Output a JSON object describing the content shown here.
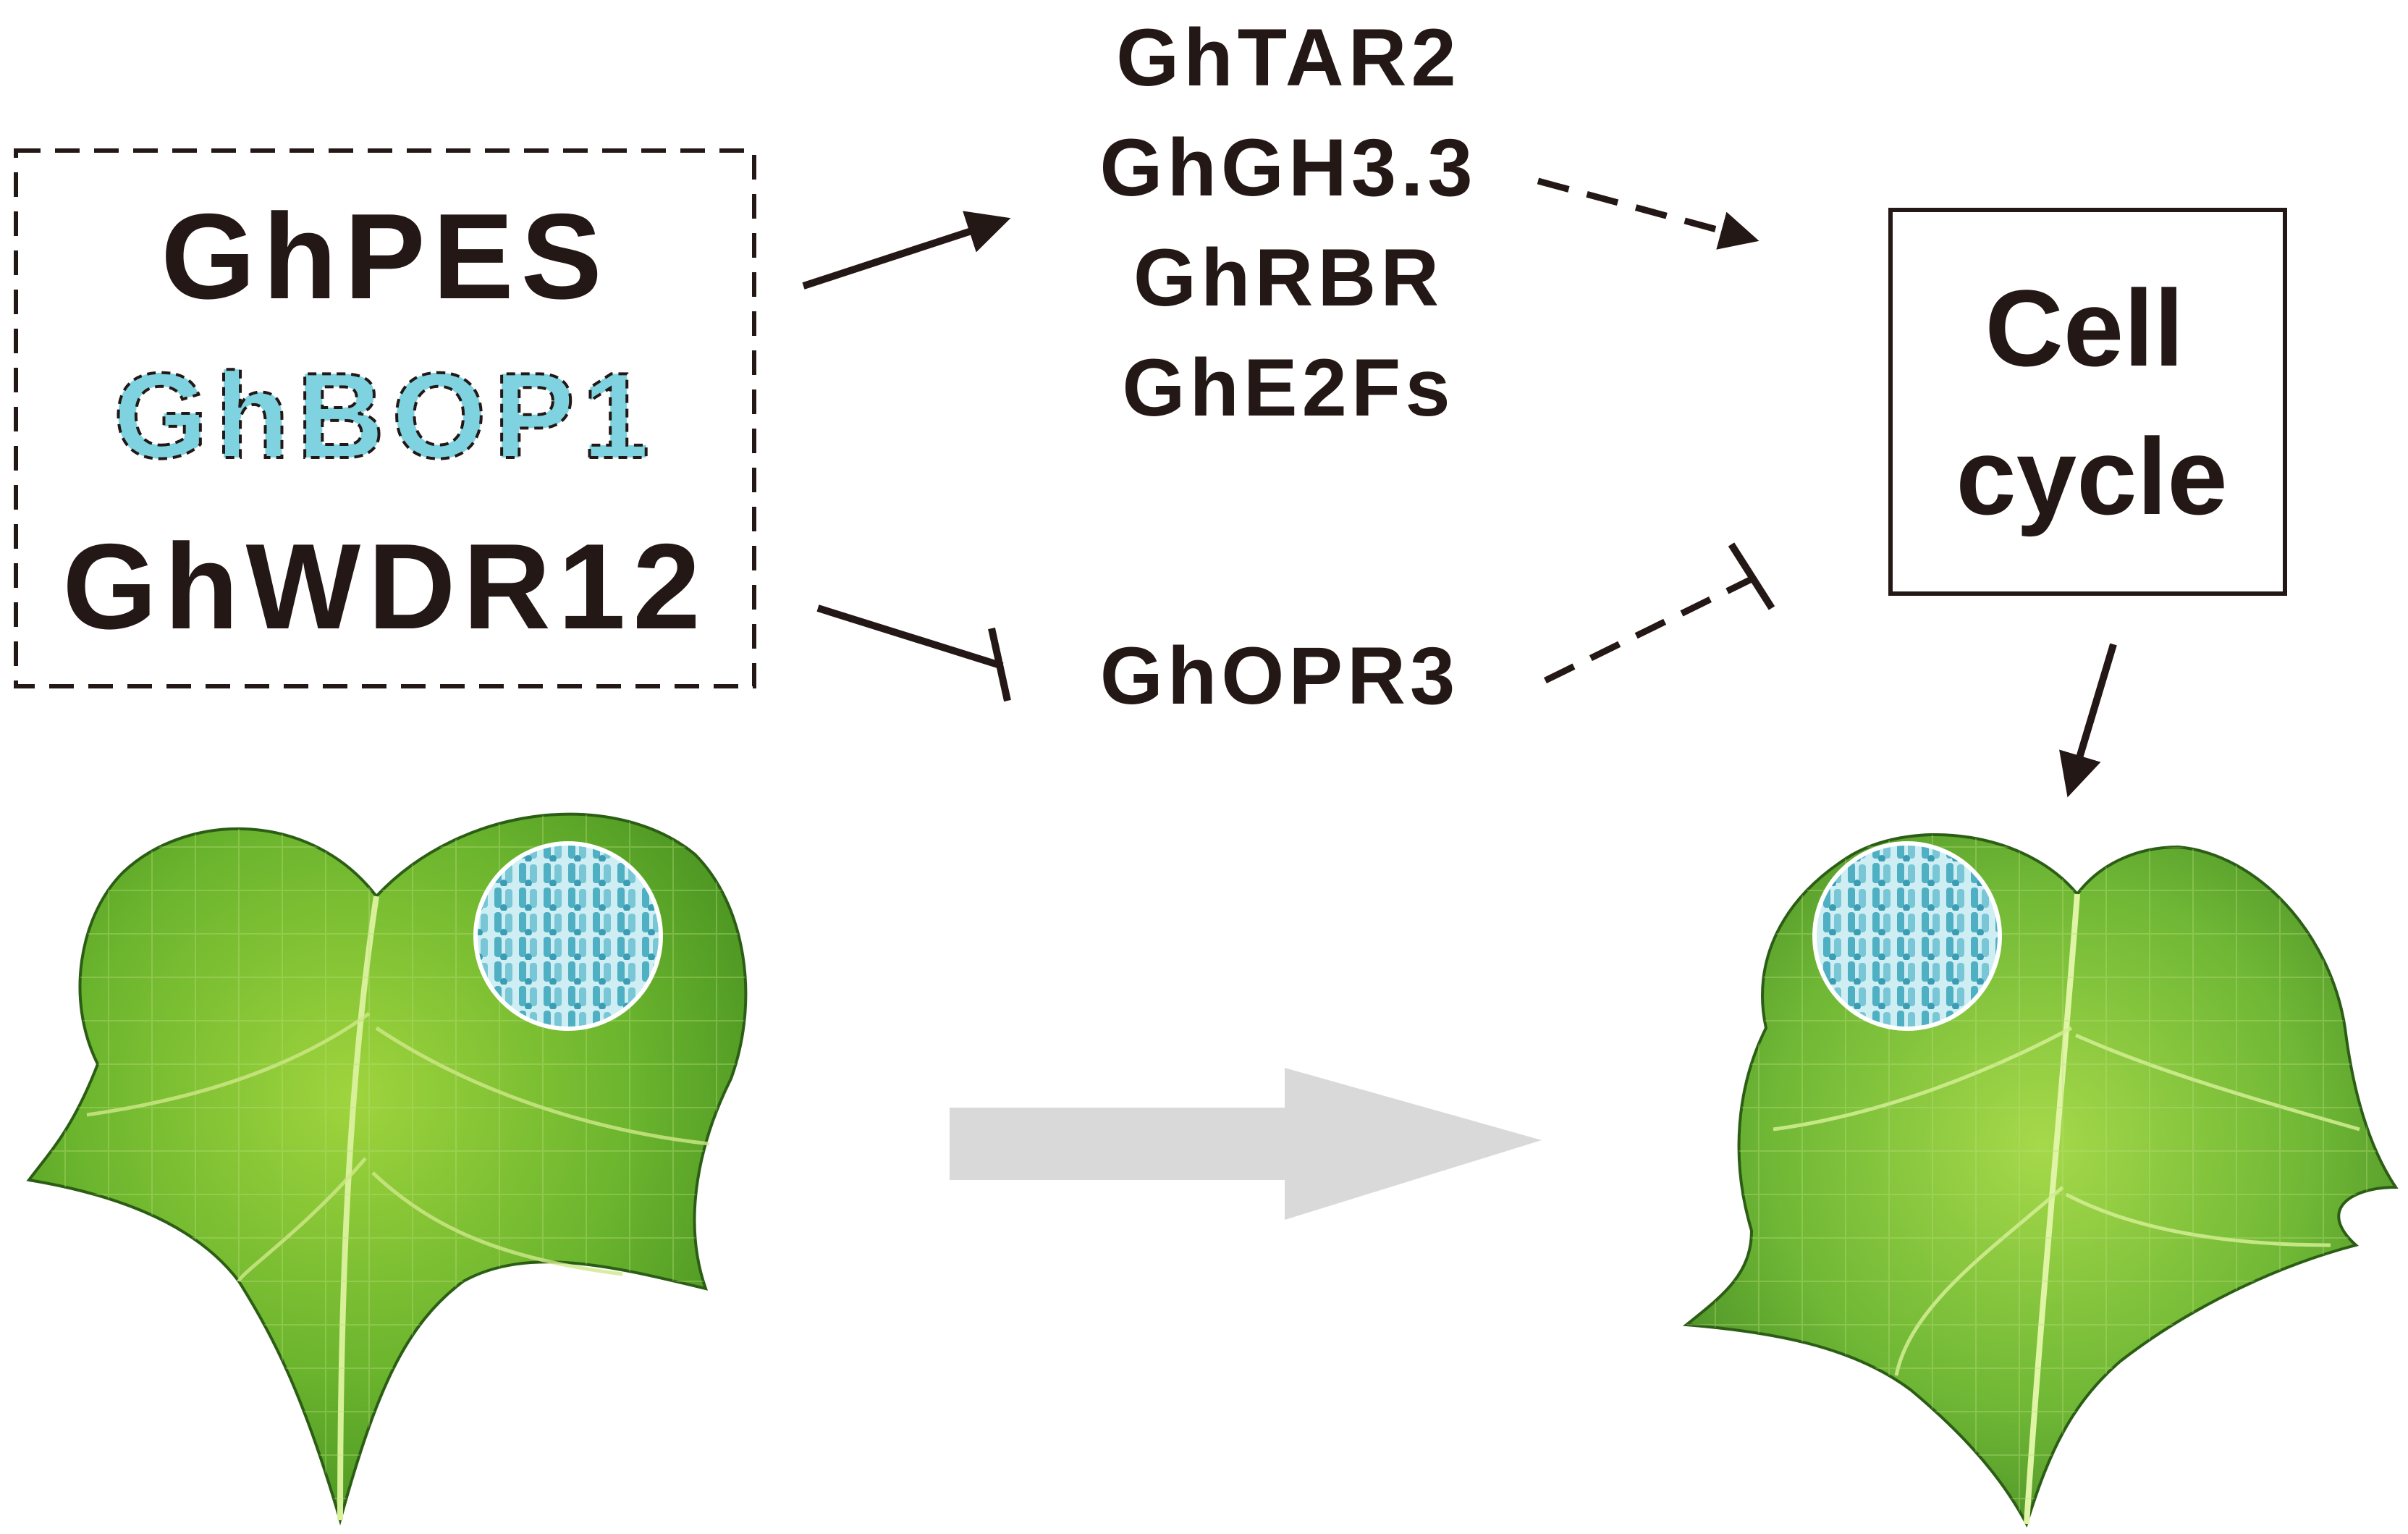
{
  "complex": {
    "genes": [
      "GhPES",
      "GhBOP1",
      "GhWDR12"
    ],
    "highlight_gene_color": "#7fd3e0"
  },
  "targets_up": [
    "GhTAR2",
    "GhGH3.3",
    "GhRBR",
    "GhE2Fs"
  ],
  "target_down": "GhOPR3",
  "outcome": {
    "line1": "Cell",
    "line2": "cycle"
  },
  "colors": {
    "text": "#231815",
    "leaf": "#6cb52e",
    "cell_disc": "#5fb9cc",
    "transition_arrow": "#d9d9d9"
  },
  "icons": [
    "leaf-before-image",
    "leaf-after-image",
    "cell-section-icon"
  ]
}
